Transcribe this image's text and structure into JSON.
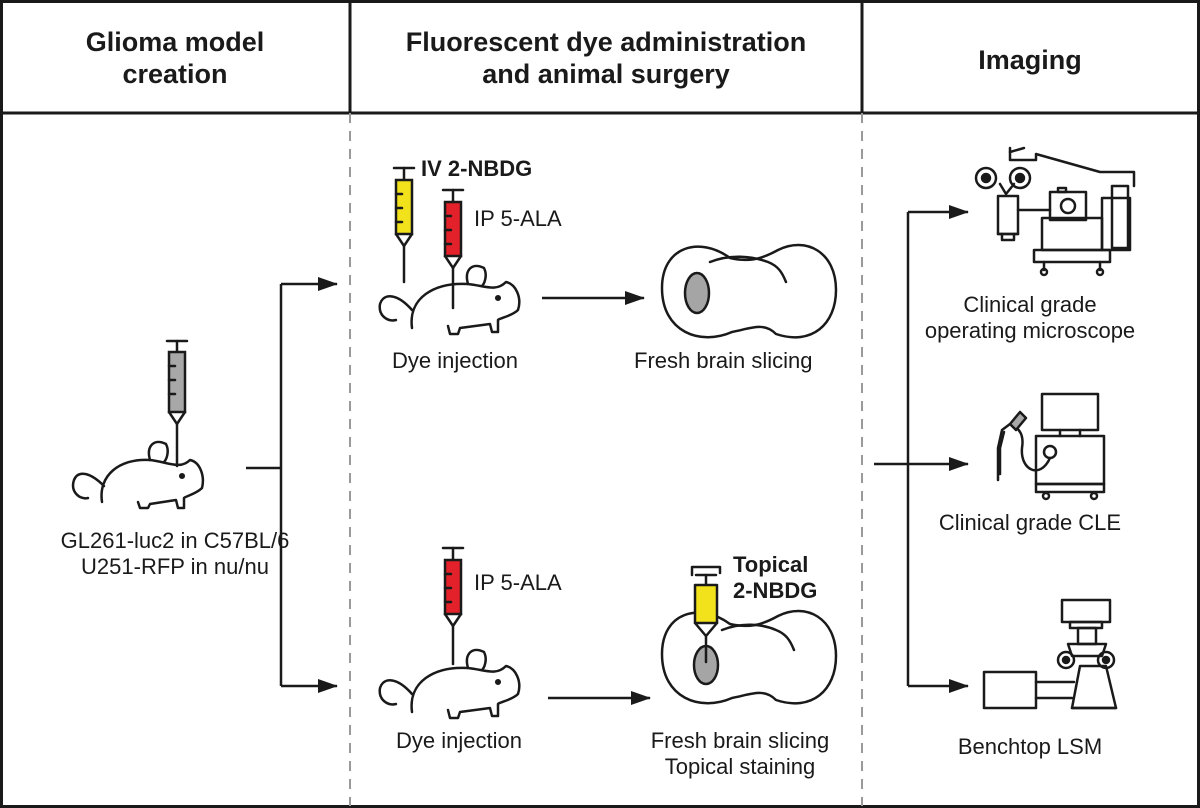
{
  "headers": {
    "col1": [
      "Glioma model",
      "creation"
    ],
    "col2": [
      "Fluorescent dye administration",
      "and animal surgery"
    ],
    "col3": "Imaging"
  },
  "model": {
    "lines": [
      "GL261-luc2 in C57BL/6",
      "U251-RFP in nu/nu"
    ]
  },
  "top_path": {
    "iv_label": "IV 2-NBDG",
    "ip_label": "IP 5-ALA",
    "injection_caption": "Dye injection",
    "slice_caption": "Fresh brain slicing"
  },
  "bottom_path": {
    "ip_label": "IP 5-ALA",
    "topical_label": [
      "Topical",
      "2-NBDG"
    ],
    "injection_caption": "Dye injection",
    "slice_caption": [
      "Fresh brain slicing",
      "Topical staining"
    ]
  },
  "imaging": {
    "microscope": [
      "Clinical grade",
      "operating microscope"
    ],
    "cle": "Clinical grade CLE",
    "lsm": "Benchtop LSM"
  },
  "colors": {
    "line": "#1a1a1a",
    "yellow_dye": "#f2e21c",
    "red_dye": "#e3212b",
    "gray_dye": "#a8a8a8",
    "tumor": "#a5a5a5",
    "divider": "#9a9a9a"
  }
}
